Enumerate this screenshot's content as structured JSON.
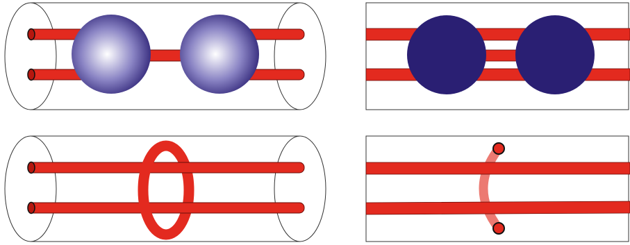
{
  "colors": {
    "tube_red": "#e32a1f",
    "tube_red_light": "#ec7a72",
    "sphere_dark": "#2a1f73",
    "sphere_light": "#ffffff",
    "outline": "#111111",
    "cylinder_stroke": "#333333"
  },
  "panels": [
    {
      "name": "panel-3d-spheres",
      "kind": "3d-cylinder-with-spheres"
    },
    {
      "name": "panel-2d-spheres",
      "kind": "2d-box-with-discs"
    },
    {
      "name": "panel-3d-loop",
      "kind": "3d-cylinder-with-ring"
    },
    {
      "name": "panel-2d-loop",
      "kind": "2d-box-with-arc"
    }
  ]
}
